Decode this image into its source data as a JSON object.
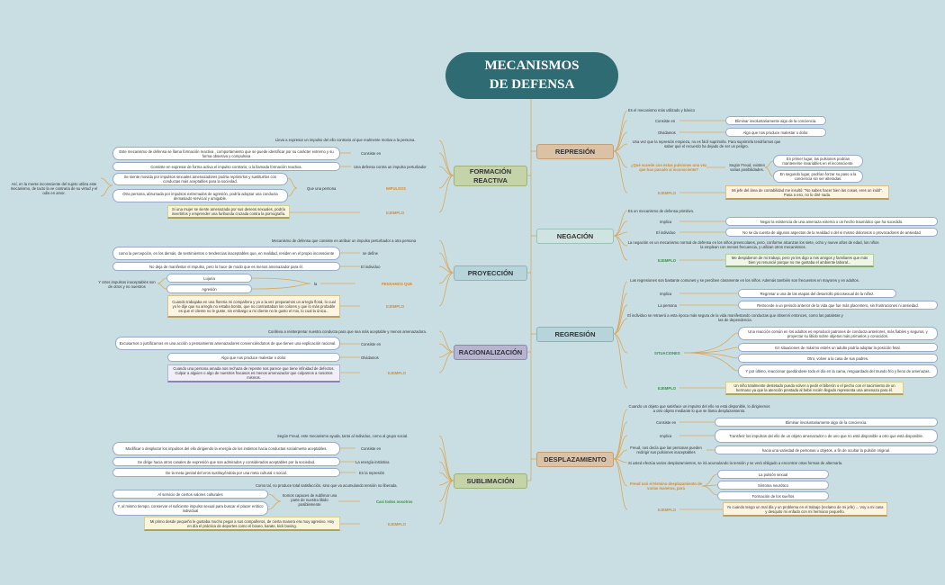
{
  "title": "MECANISMOS\nDE DEFENSA",
  "colors": {
    "title_bg": "#2e6b72",
    "connector": "#d9a85b",
    "background": "#c9dee3"
  },
  "represion": {
    "label": "REPRESIÓN",
    "intro": "Es el mecanismo más utilizado y básico",
    "consiste_label": "Consiste en",
    "consiste": "Eliminar involuntariamente algo de la conciencia.",
    "olvidamos_label": "Olvidamos",
    "olvidamos": "Algo que nos produce malestar o dolor.",
    "note": "Una vez que la represión empieza, no es fácil suprimirla. Para suprimirla tendríamos que saber qué el recuerdo ha dejado de ser un peligro.",
    "question": "¿Qué sucede con estas pulsiones una vez que han pasado al inconsciente?",
    "freud": "Según Freud, existen varias posibilidades.",
    "freud_1": "En primer lugar, las pulsiones podrían mantenerse invariables en el inconsciente.",
    "freud_2": "En segundo lugar, podrían forzar su paso a la conciencia sin ser alteradas.",
    "example_label": "EJEMPLO",
    "example": "Mi jefe del área de contabilidad me insultó: \"No sabes hacer bien las cosas, eres un inútil\". Pasa a eso, no lo diré nada."
  },
  "negacion": {
    "label": "NEGACIÓN",
    "intro": "Es un mecanismo de defensa primitivo.",
    "implica_label": "Implica",
    "implica": "Negar la existencia de una amenaza externa o un hecho traumático que ha sucedido.",
    "individuo_label": "El individuo",
    "individuo": "No se da cuenta de algunos aspectos de la realidad o del si mismo dolorosos o provocadores de ansiedad",
    "note": "La negación es un mecanismo normal de defensa en los niños preescolares, pero, conforme alcanzan los siete, ocho y nueve años de edad, los niños la emplean con menos frecuencia, y utilizan otros mecanismos.",
    "example_label": "EJEMPLO",
    "example": "Me despidieron de mi trabajo, pero yo les digo a mis amigos y familiares que más bien yo renuncié porque no me gustaba el ambiente laboral..."
  },
  "regresion": {
    "label": "REGRESIÓN",
    "intro": "Las regresiones son bastante comunes y se perciben claramente en los niños. Además también son frecuentes en mayores y en adultos.",
    "implica_label": "Implica",
    "implica": "Regresar a una de las etapas del desarrollo psicosexual de la niñez.",
    "persona_label": "La persona",
    "persona": "Retrocede a un periodo anterior de la vida que fue más placentero, sin frustraciones ni ansiedad.",
    "note": "El individuo se retraerá a esta época más segura de la vida manifestando conductas que observó entonces, como las pataletas y las de dependencia.",
    "situaciones_label": "SITUACIONES",
    "situaciones": [
      "Una reacción común en los adultos es reproducir patrones de conducta anteriores, más fiables y seguros, y proyectar su libido sobre objetos más primarios y conocidos.",
      "En situaciones de máximo estrés un adulto podría adoptar la posición fetal.",
      "Otro, volver a la casa de sus padres.",
      "Y por último, reaccionar quedándose todo el día en la cama, resguardado del mundo frío y lleno de amenazas."
    ],
    "example_label": "EJEMPLO",
    "example": "Un niño totalmente destetado pueda volver a pedir el biberón o el pecho con el nacimiento de un hermano ya que la atención prestada al bebé recién llegado representa una amenaza para él."
  },
  "desplazamiento": {
    "label": "DESPLAZAMIENTO",
    "intro": "Cuando un objeto que satisface un impulso del ello no está disponible, lo dirigiremos a otro objeto mediante lo que se llama desplazamiento.",
    "consiste_label": "Consiste en",
    "consiste": "Eliminar involuntariamente algo de la conciencia.",
    "implica_label": "Implica",
    "implica": "Transferir los impulsos del ello de un objeto amenazador o de uno que no está disponible a otro que está disponible.",
    "note": "Freud, nos decía que las personas pueden redirigir sus pulsiones inaceptables",
    "note_box": "hacia una variedad de personas u objetos, a fin de ocultar la pulsión original.",
    "energia": "Si usted efectúa varios desplazamientos, se irá acumulando la tensión y se verá obligado a encontrar otras formas de alternarla.",
    "freud_label": "Freud usó el término desplazamiento de varias maneras, para",
    "freud_items": [
      "La pulsión sexual",
      "Síntoma neurótico",
      "Formación de los sueños"
    ],
    "example_label": "EJEMPLO",
    "example": "Yo cuando tengo un mal día y un problema en el trabajo (reclamo de mi jefe) ... Voy a mi casa y desquito mi enfado con mi hermano pequeño."
  },
  "formacion": {
    "label": "FORMACIÓN\nREACTIVA",
    "intro": "Lleva a expresar un impulso del ello contrario al que realmente motiva a la persona.",
    "consiste_label": "Consiste en",
    "consiste_1": "Este mecanismo de defensa se llama formación reactiva , comportamiento que se puede identificar por su carácter extremo y su forma obsesiva y compulsiva",
    "consiste_2": "Consiste en expresar de forma activa el impulso contrario, o la llamada formación reactiva.",
    "defensa": "Una defensa contra un impulso perturbador",
    "impulsos_label": "IMPULSOS",
    "que_una": "Que una persona",
    "impulso_1": "Se siente movida por impulsos sexuales amenazadores podría reprimirlos y sustituirlos con conductas más aceptables para la sociedad.",
    "impulso_2": "Otra persona, abrumada por impulsos extremados de agresión, podría adoptar una conducta demasiado servicial y amigable.",
    "side_note": "Así, en la mente inconsciente del sujeto utiliza este mecanismo, de tacto la ve contraria de su virtud y el odio en amor.",
    "example_label": "EJEMPLO",
    "example": "Si una mujer se siente amenazada por sus deseos sexuales, podría invertirlos y emprender una furibunda cruzada contra la pornografía."
  },
  "proyeccion": {
    "label": "PROYECCIÓN",
    "intro": "Mecanismo de defensa que consiste en atribuir un impulso perturbador a otra persona",
    "define_label": "se define",
    "define": "como la percepción, en los demás, de sentimientos o tendencias inaceptables que, en realidad, residen en el propio inconsciente",
    "individuo_label": "El individuo",
    "individuo": "No deja de manifestar el impulso, pero lo hace de modo que es menos amenazador para él.",
    "pensamos_label": "PENSAMOS QUE",
    "la": "la",
    "lujuria": "Lujuria",
    "agresion": "Agresión",
    "otros": "Y otros impulsos inaceptables son de otros y no nuestros",
    "example_label": "EJEMPLO",
    "example": "Cuando trabajaba en una floreria mi compañera y yo a la vez preparamos un arreglo floral, lo cual yo le dije que su arreglo no estaba bonito, que no contrastaban los colores y que lo más probable es que el cliente no le guste, sin embargo a mi cliente no le gusto el mio, lo cual la única..."
  },
  "racionalizacion": {
    "label": "RACIONALIZACIÓN",
    "intro": "Conlleva a reinterpretar nuestra conducta para que sea más aceptable y menos amenazadora.",
    "consiste_label": "Consiste en",
    "consiste": "Excusarnos o justificarnos en una acción o pensamiento amenazadores convenciéndonos de que tienen una explicación racional.",
    "olvidamos_label": "Olvidamos",
    "olvidamos": "Algo que nos produce malestar o dolor.",
    "example_label": "EJEMPLO",
    "example": "Cuando una persona amada nos rechaza de repente nos parece que tiene infinidad de defectos. Culpar a alguien o algo de nuestros fracasos es menos amenazador que culparnos a nosotros mismos."
  },
  "sublimacion": {
    "label": "SUBLIMACIÓN",
    "intro": "Según Freud, este mecanismo ayuda, tanto al individuo, como al grupo social.",
    "consiste_label": "Consiste en",
    "consiste": "Modificar o desplazar los impulsos del ello dirigiendo la energía de los instintos hacia conductas socialmente aceptables.",
    "energia_label": "La energía instintiva",
    "energia": "Se dirige hacia otros canales de expresión que son admirados y considerados aceptables por la sociedad.",
    "represion_label": "En la represión",
    "represion": "De la meta genital del eros sustituyéndola por una meta cultural o social.",
    "note": "Como tal, no produce total satisfacción, sino que va acumulando tensión no liberada.",
    "casi_label": "Casi todos nosotros",
    "capaces": "Somos capaces de sublimar una parte de nuestra libido posiblemente",
    "capaces_1": "Al servicio de ciertos valores culturales",
    "capaces_2": "Y, al mismo tiempo, conservar el suficiente impulso sexual para buscar el placer erótico individual",
    "example_label": "EJEMPLO",
    "example": "Mi primo desde pequeño le gustaba mucho pegar a sus compañeros, de cierta manera era muy agresivo. Hoy en día el práctica de deportes como el boxeo, karate, kick boxing."
  }
}
